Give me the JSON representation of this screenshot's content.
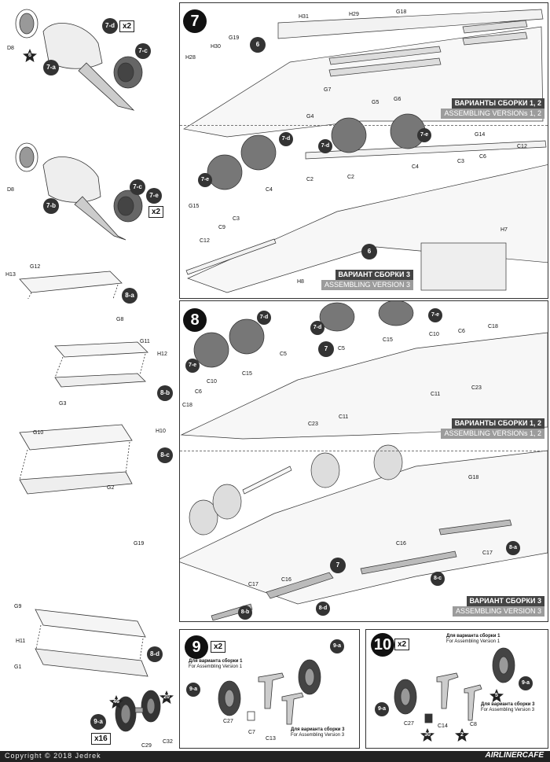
{
  "steps": {
    "s7": {
      "number": "7",
      "banner1_ru": "ВАРИАНТЫ СБОРКИ 1, 2",
      "banner1_en": "ASSEMBLING VERSIONs 1, 2",
      "banner2_ru": "ВАРИАНТ СБОРКИ 3",
      "banner2_en": "ASSEMBLING VERSION 3"
    },
    "s8": {
      "number": "8",
      "banner1_ru": "ВАРИАНТЫ СБОРКИ 1, 2",
      "banner1_en": "ASSEMBLING VERSIONs 1, 2",
      "banner2_ru": "ВАРИАНТ СБОРКИ 3",
      "banner2_en": "ASSEMBLING VERSION 3"
    },
    "s9": {
      "number": "9",
      "qty": "x2",
      "v1_ru": "Для варианта сборки 1",
      "v1_en": "For Assembling Version 1",
      "v3_ru": "Для варианта сборки 3",
      "v3_en": "For Assembling Version 3"
    },
    "s10": {
      "number": "10",
      "qty": "x2",
      "v1_ru": "Для варианта сборки 1",
      "v1_en": "For Assembling Version 1",
      "v3_ru": "Для варианта сборки 3",
      "v3_en": "For Assembling Version 3"
    }
  },
  "sub": {
    "a7d": "7-d",
    "a7d_qty": "x2",
    "a7a": "7-a",
    "a7c": "7-c",
    "a7b": "7-b",
    "a7c2": "7-c",
    "a7e": "7-e",
    "a7e_qty": "x2",
    "a8a": "8-a",
    "a8b": "8-b",
    "a8c": "8-c",
    "a8d": "8-d",
    "a9a": "9-a",
    "a9a_qty": "x16"
  },
  "stars": {
    "s1": "6",
    "s46": "46",
    "s20": "20",
    "s5": "5",
    "s30": "30",
    "s2": "2"
  },
  "parts": {
    "d8": "D8",
    "d8b": "D8",
    "h13": "H13",
    "g12": "G12",
    "g8": "G8",
    "g11": "G11",
    "h12": "H12",
    "g3": "G3",
    "g10": "G10",
    "h10": "H10",
    "g2": "G2",
    "g9": "G9",
    "h11": "H11",
    "g1": "G1",
    "c29": "C29",
    "c32": "C32",
    "h31": "H31",
    "h29": "H29",
    "g18": "G18",
    "g19": "G19",
    "h30": "H30",
    "h28": "H28",
    "six": "6",
    "g7": "G7",
    "g4": "G4",
    "g5": "G5",
    "g6": "G6",
    "g14": "G14",
    "c12": "C12",
    "c6": "C6",
    "c3": "C3",
    "c4": "C4",
    "c2": "C2",
    "c2b": "C2",
    "c4b": "C4",
    "c3b": "C3",
    "c9": "C9",
    "c12b": "C12",
    "g15": "G15",
    "h7": "H7",
    "h8": "H8",
    "six2": "6",
    "c5": "C5",
    "c5b": "C5",
    "c15": "C15",
    "c10": "C10",
    "c6b": "C6",
    "c18": "C18",
    "c23": "C23",
    "c11": "C11",
    "c11b": "C11",
    "c23b": "C23",
    "c10b": "C10",
    "c15b": "C15",
    "c6c": "C6",
    "c18b": "C18",
    "seven": "7",
    "g18b": "G18",
    "g19b": "G19",
    "c16": "C16",
    "c17": "C17",
    "c16b": "C16",
    "c17b": "C17",
    "seven2": "7",
    "c27": "C27",
    "c7": "C7",
    "c13": "C13",
    "c27b": "C27",
    "c14": "C14",
    "c8": "C8"
  },
  "footer": {
    "copyright": "Copyright © 2018 Jedrek",
    "brand": "AIRLINERCAFE"
  }
}
